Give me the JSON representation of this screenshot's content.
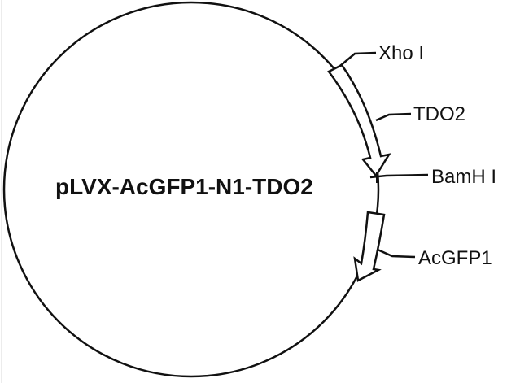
{
  "diagram": {
    "type": "plasmid-map",
    "plasmid_name": "pLVX-AcGFP1-N1-TDO2",
    "colors": {
      "stroke": "#111111",
      "background": "#ffffff",
      "feature_fill": "#ffffff"
    },
    "features": [
      {
        "id": "tdo2",
        "label": "TDO2",
        "kind": "gene",
        "direction": "clockwise"
      },
      {
        "id": "acgfp1",
        "label": "AcGFP1",
        "kind": "gene",
        "direction": "clockwise"
      }
    ],
    "sites": [
      {
        "id": "xhoi",
        "label": "Xho I",
        "kind": "restriction-site"
      },
      {
        "id": "bamhi",
        "label": "BamH I",
        "kind": "restriction-site"
      }
    ]
  }
}
